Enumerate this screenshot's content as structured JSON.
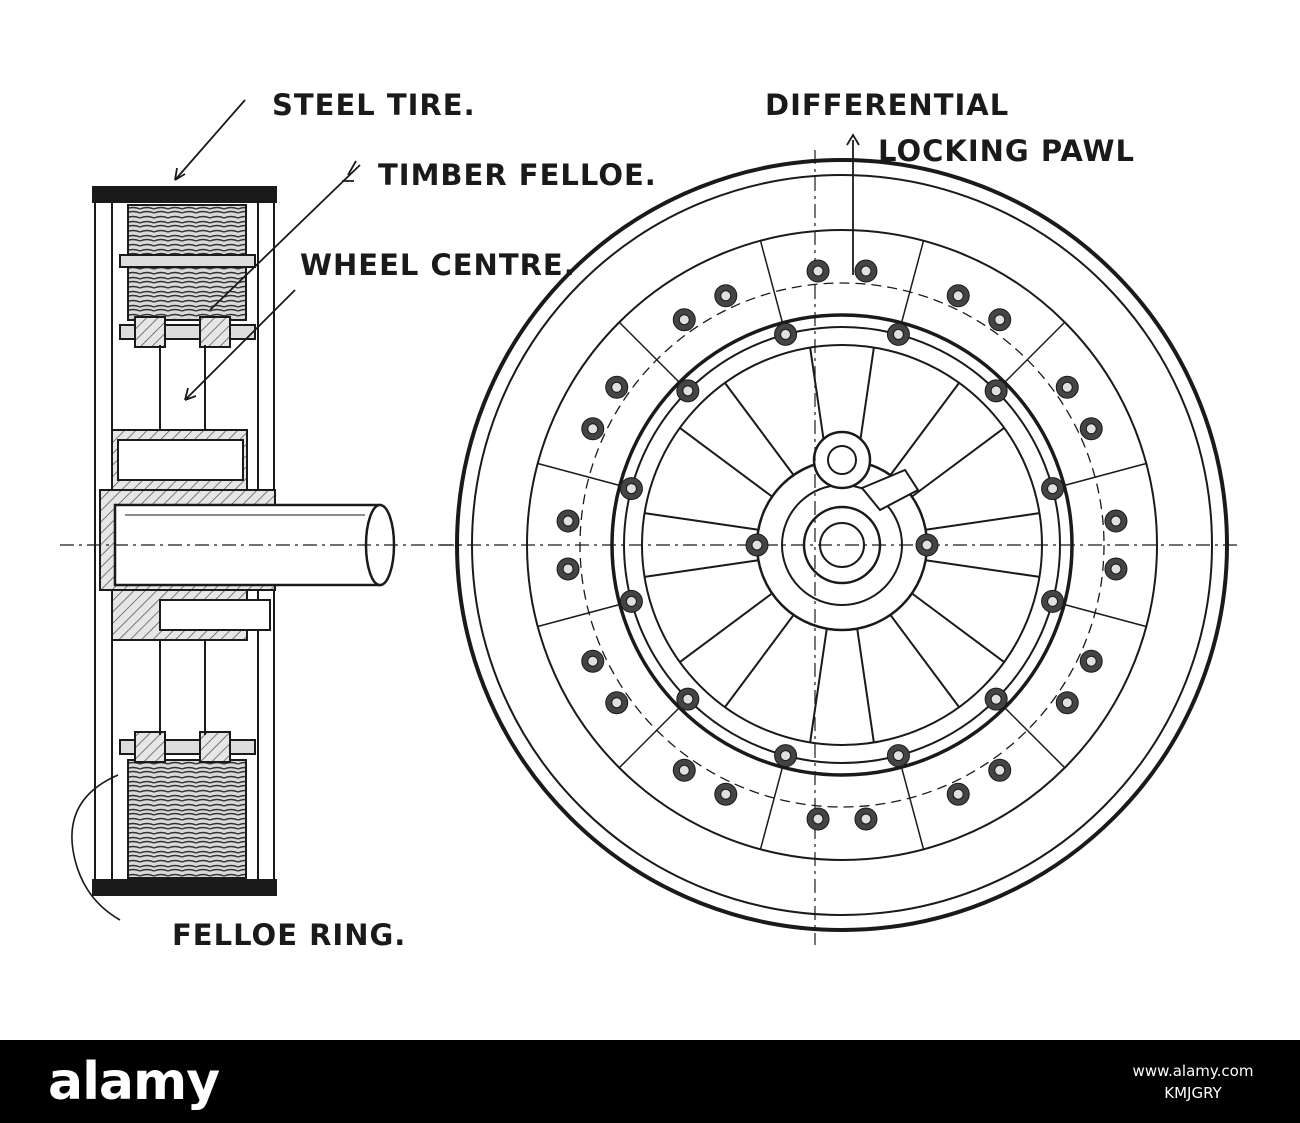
{
  "labels": {
    "steel_tire": "STEEL TIRE.",
    "timber_felloe": "TIMBER FELLOE.",
    "wheel_centre": "WHEEL CENTRE.",
    "felloe_ring": "FELLOE RING.",
    "differential": "DIFFERENTIAL",
    "locking_pawl": "LOCKING PAWL"
  },
  "watermark": {
    "brand": "alamy",
    "line1": "www.alamy.com",
    "line2": "KMJGRY"
  },
  "colors": {
    "ink": "#1a1a1a",
    "footer": "#000000",
    "footer_text": "#ffffff"
  }
}
